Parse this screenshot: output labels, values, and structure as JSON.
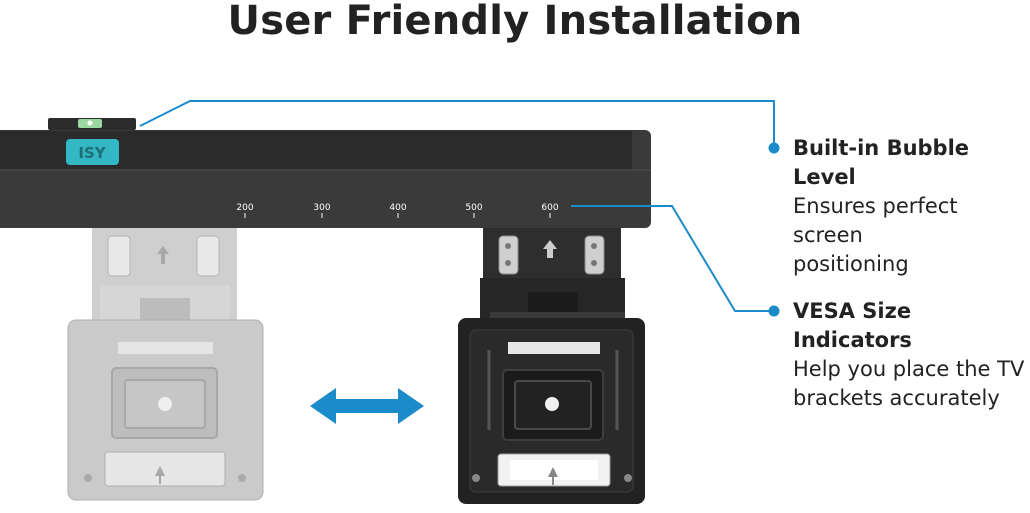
{
  "title": "User Friendly Installation",
  "brand_logo_text": "ISY",
  "scale_labels": [
    "200",
    "300",
    "400",
    "500",
    "600"
  ],
  "callouts": [
    {
      "heading": "Built-in Bubble Level",
      "line1": "Ensures perfect screen",
      "line2": "positioning"
    },
    {
      "heading": "VESA Size Indicators",
      "line1": "Help you place the TV",
      "line2": "brackets accurately"
    }
  ],
  "colors": {
    "accent": "#1b8cc9",
    "rail": "#3a3a3a",
    "rail_dark": "#2a2a2a",
    "logo": "#34b7c4",
    "bracket_dark": "#222222",
    "bracket_ghost": "#c8c8c8",
    "text": "#222222"
  },
  "icons": [
    "bubble-level-icon",
    "double-arrow-icon",
    "up-arrow-icon"
  ]
}
